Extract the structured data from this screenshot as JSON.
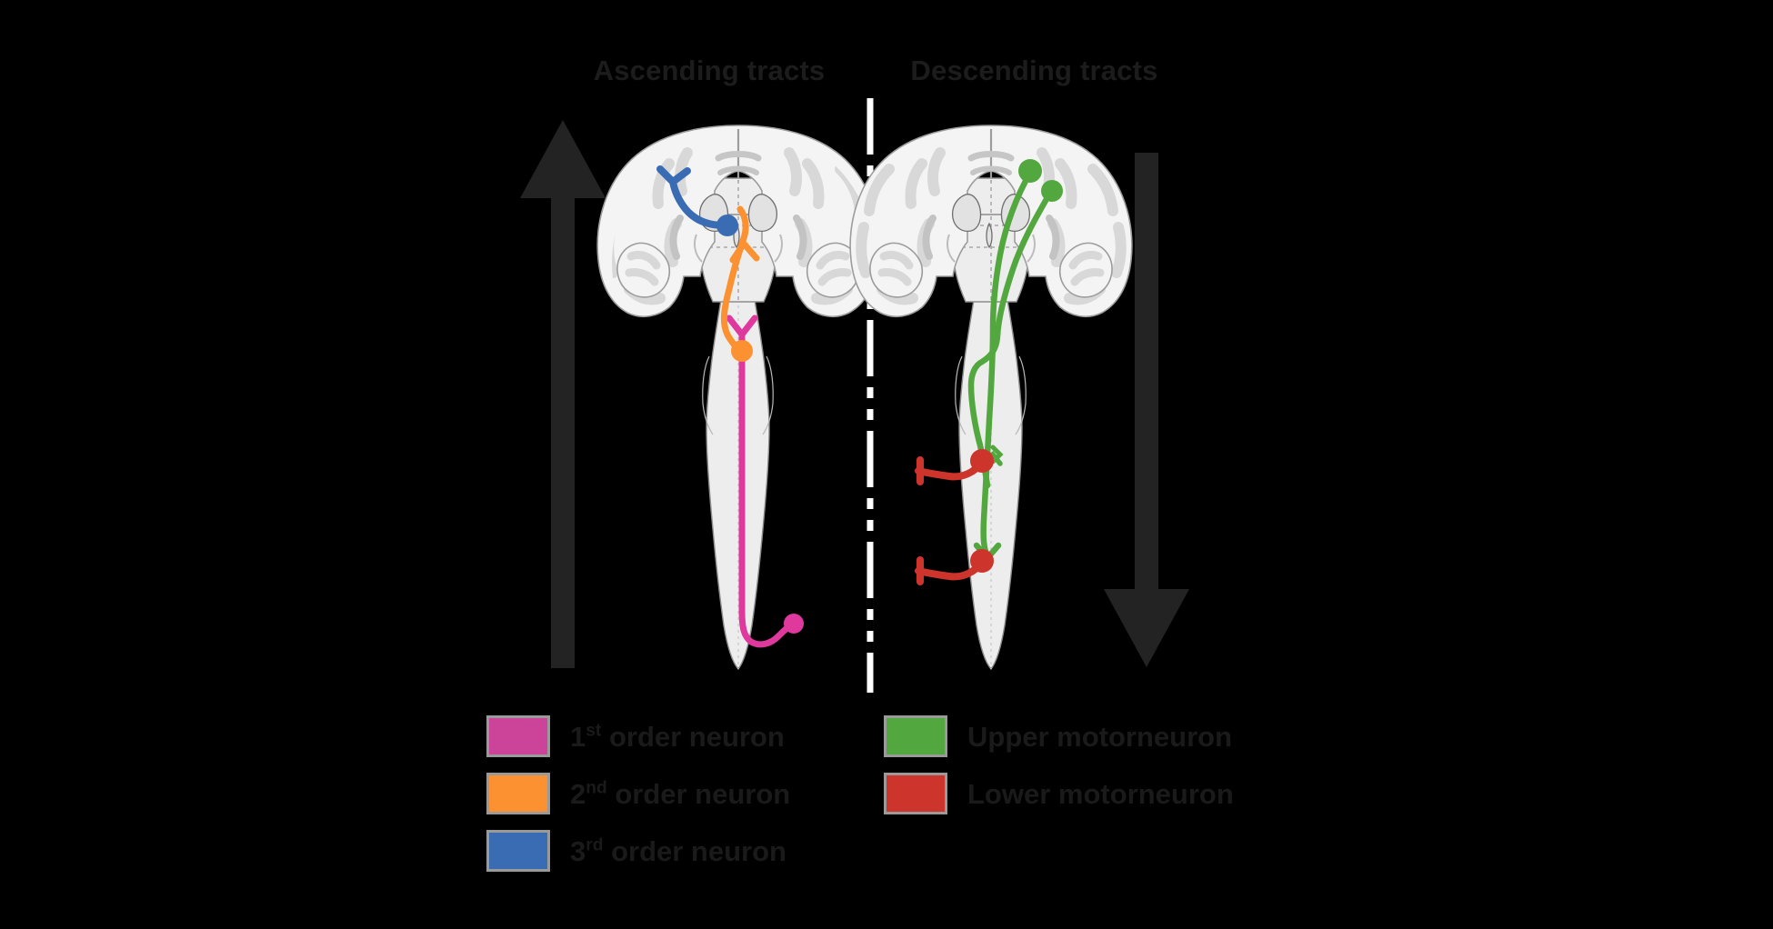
{
  "figure": {
    "background_color": "#000000",
    "panels": [
      {
        "id": "ascending",
        "title": "Ascending tracts",
        "arrow": "up-arrow"
      },
      {
        "id": "descending",
        "title": "Descending tracts",
        "arrow": "down-arrow"
      }
    ],
    "divider": "dash-dot-vertical-divider",
    "divider_color": "#ffffff"
  },
  "titles": {
    "ascending": "Ascending tracts",
    "descending": "Descending tracts"
  },
  "legend": {
    "ascending_entries": [
      {
        "label_prefix": "1",
        "label_sup": "st",
        "label_rest": " order neuron",
        "color": "#cc4499"
      },
      {
        "label_prefix": "2",
        "label_sup": "nd",
        "label_rest": " order neuron",
        "color": "#fb9130"
      },
      {
        "label_prefix": "3",
        "label_sup": "rd",
        "label_rest": " order neuron",
        "color": "#3a6cb4"
      }
    ],
    "descending_entries": [
      {
        "label": "Upper motorneuron",
        "color": "#52a83e"
      },
      {
        "label": "Lower motorneuron",
        "color": "#cd342b"
      }
    ],
    "swatch_border_color": "#9a9a9a"
  },
  "anatomy": {
    "brain_fill": "#f2f2f2",
    "brain_stroke": "#8c8c8c",
    "gray_matter_fill": "#dedede",
    "cord_fill": "#ececec",
    "cord_stroke": "#7d7d7d",
    "label": "coronal-brain-and-spinal-cord"
  },
  "neurons": {
    "first_order": {
      "name": "1st order neuron",
      "color": "#e0399e",
      "panel": "ascending"
    },
    "second_order": {
      "name": "2nd order neuron",
      "color": "#fb9130",
      "panel": "ascending"
    },
    "third_order": {
      "name": "3rd order neuron",
      "color": "#3a6cb4",
      "panel": "ascending"
    },
    "upper_motor": {
      "name": "Upper motorneuron",
      "color": "#52a83e",
      "panel": "descending"
    },
    "lower_motor": {
      "name": "Lower motorneuron",
      "color": "#cd342b",
      "panel": "descending"
    }
  },
  "arrows": {
    "ascending_direction": "up",
    "descending_direction": "down",
    "color": "#232323"
  }
}
